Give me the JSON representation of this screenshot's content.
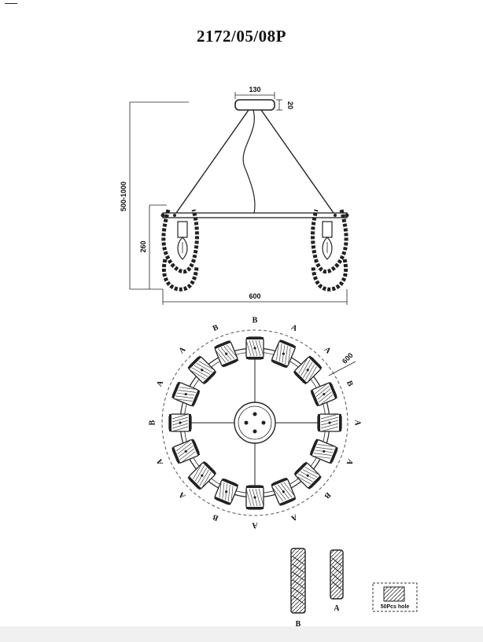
{
  "title": "2172/05/08P",
  "elevation": {
    "canopy_width": "130",
    "canopy_height": "20",
    "total_height": "500-1000",
    "body_height": "260",
    "width": "600"
  },
  "plan": {
    "diameter": "600",
    "arm_labels": [
      "B",
      "A",
      "A",
      "B",
      "A",
      "A",
      "B",
      "A",
      "A",
      "B",
      "A",
      "A",
      "B",
      "A",
      "A",
      "B"
    ]
  },
  "legend": {
    "crystal_b": "B",
    "crystal_a": "A",
    "hole_label": "50Pcs hole"
  }
}
